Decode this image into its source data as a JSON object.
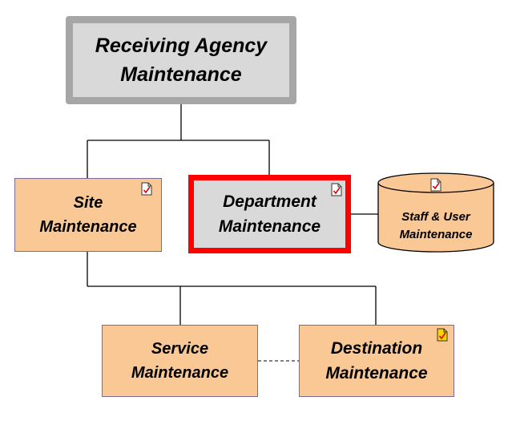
{
  "diagram": {
    "root": {
      "label": "Receiving  Agency\nMaintenance"
    },
    "site": {
      "label": "Site\nMaintenance"
    },
    "department": {
      "label": "Department\nMaintenance"
    },
    "staff": {
      "label": "Staff & User\nMaintenance"
    },
    "service": {
      "label": "Service\nMaintenance"
    },
    "destination": {
      "label": "Destination\nMaintenance"
    }
  },
  "colors": {
    "box_fill": "#fac895",
    "gray_fill": "#d9d9d9",
    "highlight_border": "#ff0000",
    "root_border": "#a6a6a6"
  },
  "icons": {
    "site": "document-check-icon",
    "department": "document-check-icon",
    "staff": "document-check-icon",
    "destination": "document-yellow-check-icon"
  }
}
